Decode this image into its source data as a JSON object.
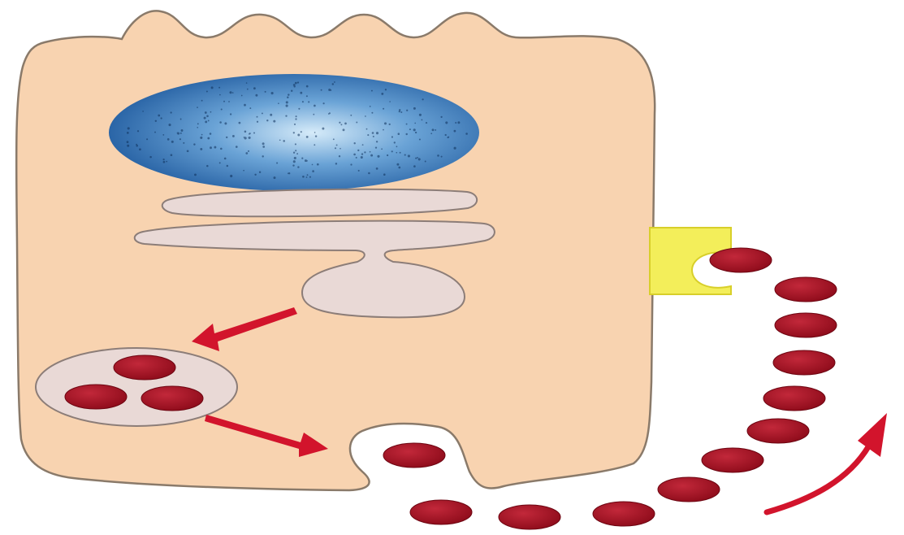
{
  "diagram": {
    "description_text": "",
    "colors": {
      "background": "#ffffff",
      "cell_fill": "#f8d3b0",
      "cell_outline": "#8a7a6a",
      "nucleus_edge": "#1f5a9e",
      "nucleus_center": "#cfe4f6",
      "membrane_organelle_fill": "#e9d9d6",
      "organelle_outline": "#8c7d78",
      "receptor": "#f3ee5a",
      "receptor_outline": "#d8cf2a",
      "particle": "#9b0f1e",
      "particle_highlight": "#c2283a",
      "arrow": "#d2142c"
    },
    "icons": {
      "cell": "cell-body-icon",
      "nucleus": "nucleus-icon",
      "receptor": "membrane-receptor-icon",
      "vesicle": "secretory-vesicle-icon",
      "particle": "secreted-particle-icon",
      "arrow": "flow-arrow-icon"
    },
    "counts": {
      "vesicle_particles": 3,
      "exocytosis_particles": 1,
      "chain_particles": 11
    }
  }
}
